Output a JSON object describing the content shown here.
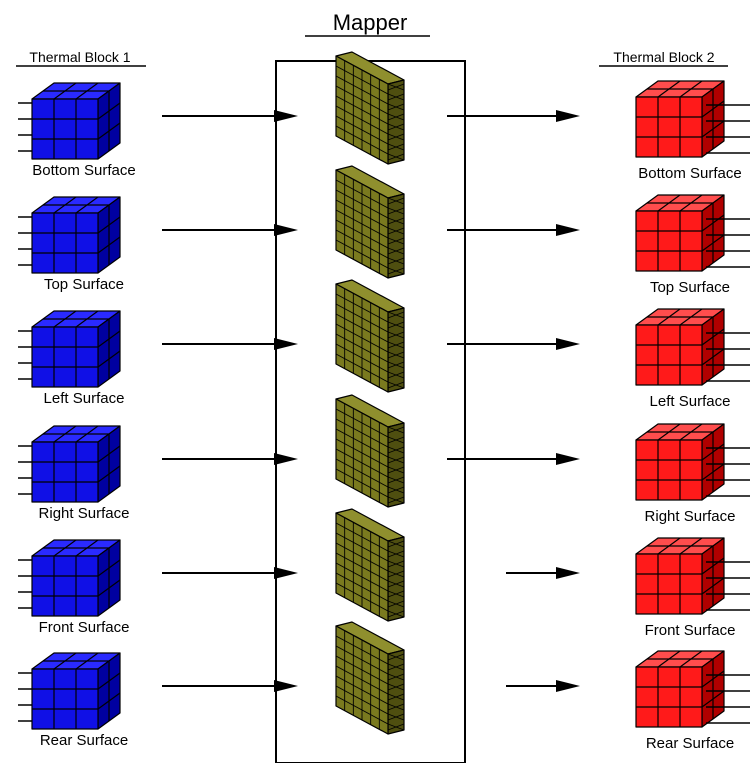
{
  "headers": {
    "mapper": "Mapper",
    "block1": "Thermal Block 1",
    "block2": "Thermal Block 2"
  },
  "colors": {
    "block1": "#1010e6",
    "block1_dark": "#0000a0",
    "block1_top": "#2a2aff",
    "block2": "#ff1a1a",
    "block2_dark": "#b00000",
    "block2_top": "#ff4d4d",
    "mapper": "#7a7a1f",
    "mapper_dark": "#4f4f10",
    "mapper_top": "#8f8f2e",
    "line": "#000000"
  },
  "rows": [
    {
      "left_label": "Bottom Surface",
      "right_label": "Bottom Surface"
    },
    {
      "left_label": "Top Surface",
      "right_label": "Top Surface"
    },
    {
      "left_label": "Left Surface",
      "right_label": "Left Surface"
    },
    {
      "left_label": "Right Surface",
      "right_label": "Right Surface"
    },
    {
      "left_label": "Front Surface",
      "right_label": "Front Surface"
    },
    {
      "left_label": "Rear Surface",
      "right_label": "Rear Surface"
    }
  ]
}
